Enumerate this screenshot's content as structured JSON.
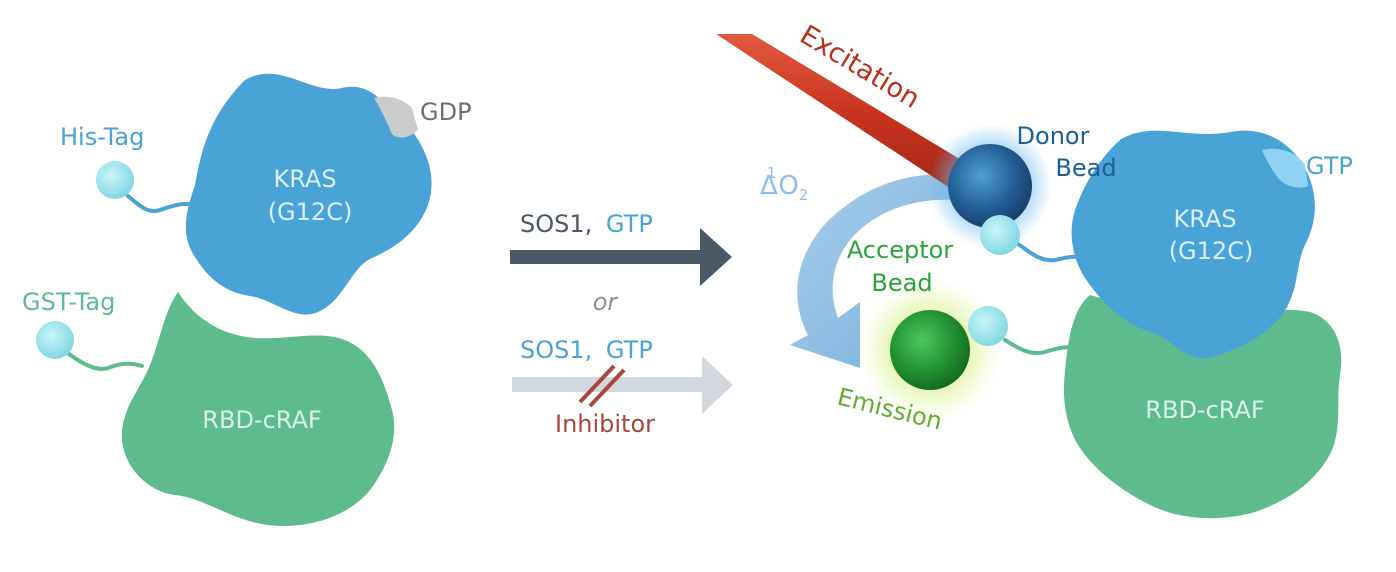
{
  "left": {
    "his_tag": "His-Tag",
    "kras_line1": "KRAS",
    "kras_line2": "(G12C)",
    "gdp": "GDP",
    "gst_tag": "GST-Tag",
    "rbd": "RBD-cRAF"
  },
  "middle": {
    "top_sos1": "SOS1",
    "top_comma": ",",
    "top_gtp": "GTP",
    "or": "or",
    "bottom_sos1": "SOS1",
    "bottom_comma": ",",
    "bottom_gtp": "GTP",
    "inhibitor": "Inhibitor"
  },
  "right": {
    "excitation": "Excitation",
    "singlet_oxygen_delta": "Δ",
    "singlet_oxygen_sup": "1",
    "singlet_oxygen_o": "O",
    "singlet_oxygen_sub": "2",
    "donor_line1": "Donor",
    "donor_line2": "Bead",
    "acceptor_line1": "Acceptor",
    "acceptor_line2": "Bead",
    "emission": "Emission",
    "gtp": "GTP",
    "kras_line1": "KRAS",
    "kras_line2": "(G12C)",
    "rbd": "RBD-cRAF"
  },
  "colors": {
    "kras_blue": "#4aa3d6",
    "rbd_green": "#5dbb8e",
    "tag_cyan": "#9fe6ee",
    "dark_arrow": "#4a5866",
    "light_arrow": "#d2d8de",
    "excitation_red": "#c8331e",
    "inhibitor_red": "#a8473c",
    "donor_blue": "#1d5f95",
    "acceptor_green": "#2aa43c",
    "emission_green": "#5fae2f",
    "text_gray": "#6b6f73"
  }
}
